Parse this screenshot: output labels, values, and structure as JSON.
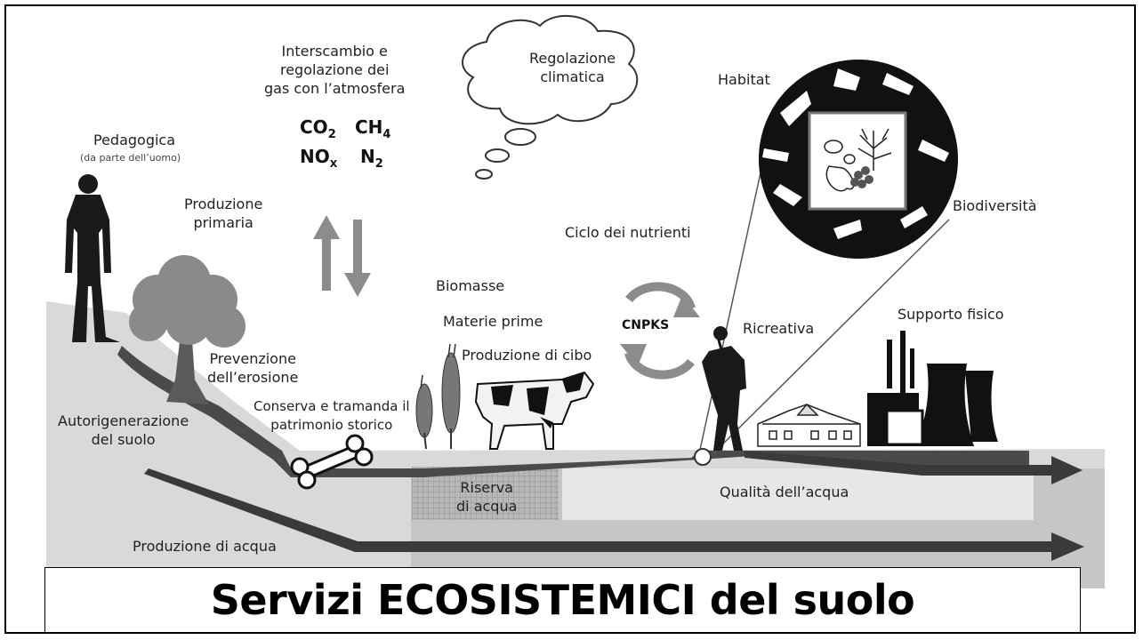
{
  "title": "Servizi ECOSISTEMICI del suolo",
  "labels": {
    "gas_exchange": [
      "Interscambio e",
      "regolazione dei",
      "gas con l’atmosfera"
    ],
    "climate": [
      "Regolazione",
      "climatica"
    ],
    "habitat": "Habitat",
    "biodiversity": "Biodiversità",
    "pedagogical": "Pedagogica",
    "pedagogical_note": "(da parte dell’uomo)",
    "primary_production": [
      "Produzione",
      "primaria"
    ],
    "nutrient_cycle": "Ciclo dei nutrienti",
    "biomass": "Biomasse",
    "raw_materials": "Materie prime",
    "food_production": "Produzione di cibo",
    "recreational": "Ricreativa",
    "physical_support": "Supporto fisico",
    "erosion": [
      "Prevenzione",
      "dell’erosione"
    ],
    "heritage": [
      "Conserva e tramanda il",
      "patrimonio storico"
    ],
    "self_regeneration": [
      "Autorigenerazione",
      "del suolo"
    ],
    "water_reserve": [
      "Riserva",
      "di acqua"
    ],
    "water_quality": "Qualità dell’acqua",
    "water_production": "Produzione di acqua",
    "cnpks": "CNPKS"
  },
  "gases": {
    "co2": "CO",
    "co2_sub": "2",
    "ch4": "CH",
    "ch4_sub": "4",
    "nox": "NO",
    "nox_sub": "X",
    "n2": "N",
    "n2_sub": "2"
  },
  "colors": {
    "soil_light": "#d8d8d8",
    "soil_mid": "#c4c4c4",
    "path_dark": "#444444",
    "silhouette": "#1a1a1a",
    "tree": "#8a8a8a",
    "arrows_grey": "#8c8c8c"
  }
}
